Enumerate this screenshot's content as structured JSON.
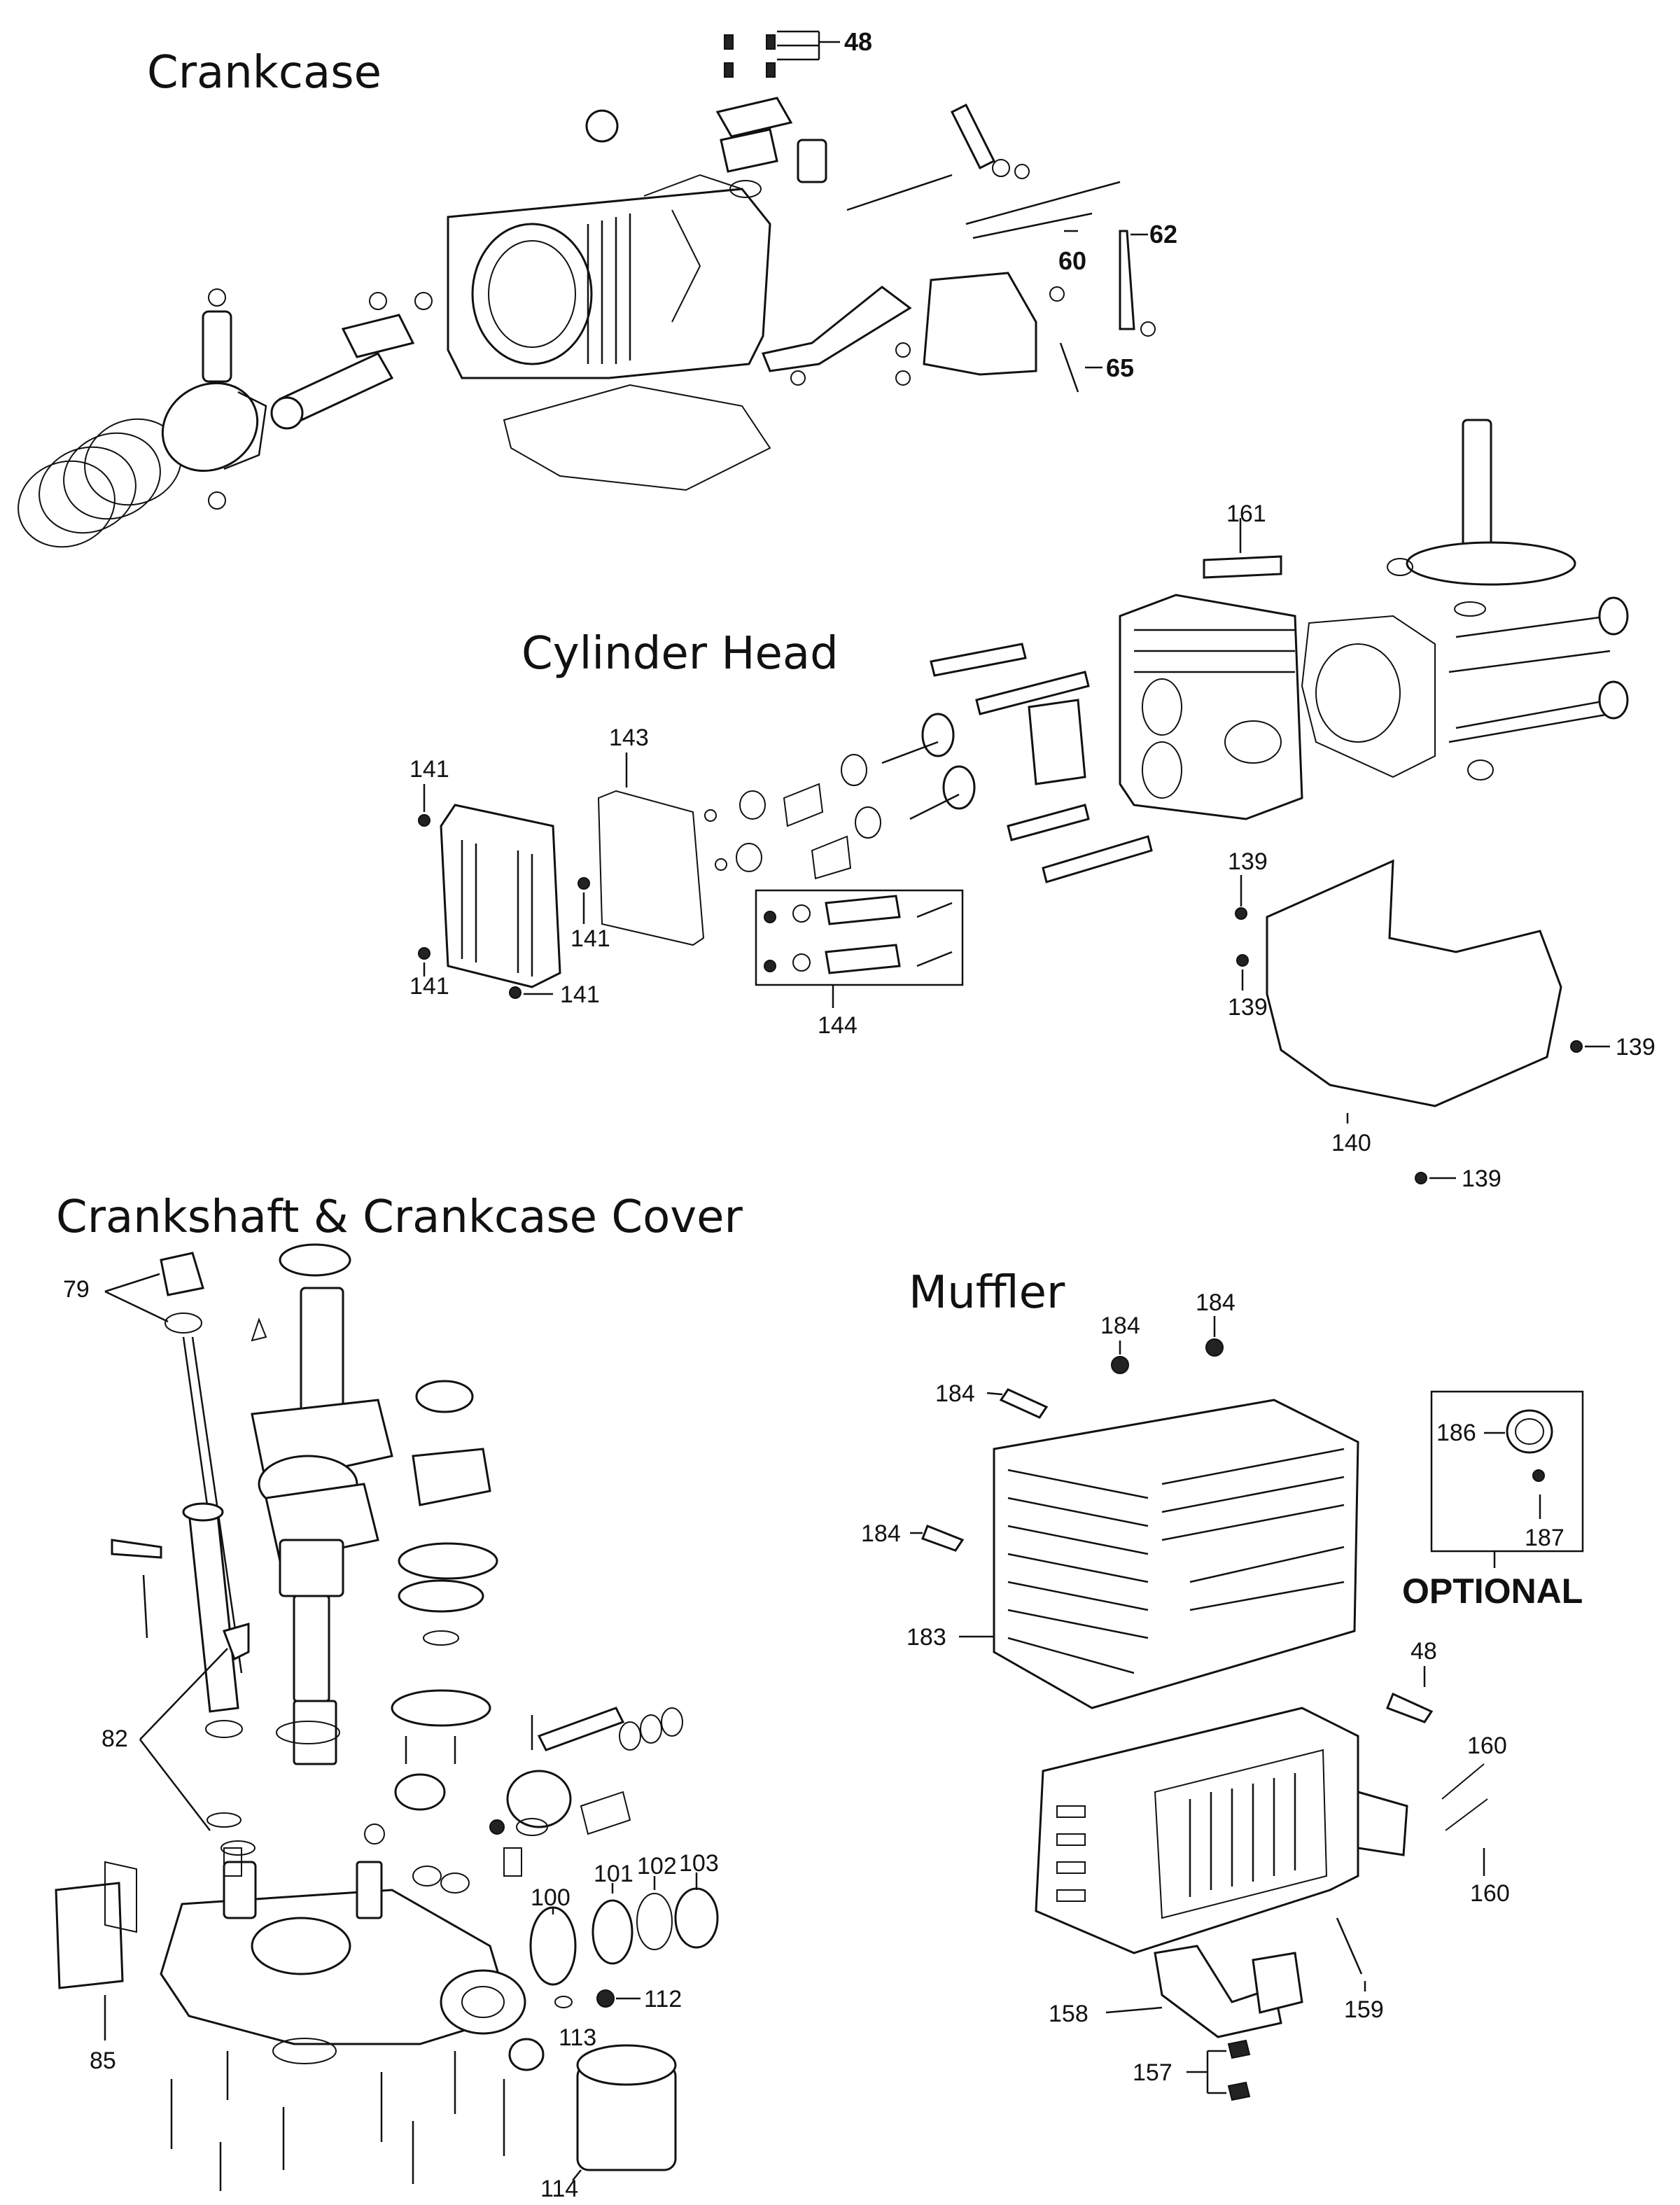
{
  "sections": {
    "crankcase": {
      "title": "Crankcase",
      "labels": [
        "48",
        "60",
        "62",
        "65"
      ]
    },
    "cylinder_head": {
      "title": "Cylinder Head",
      "labels": [
        "161",
        "143",
        "141",
        "141",
        "141",
        "141",
        "144",
        "139",
        "139",
        "139",
        "140",
        "139"
      ]
    },
    "crankshaft": {
      "title": "Crankshaft & Crankcase Cover",
      "labels": [
        "79",
        "82",
        "85",
        "100",
        "101",
        "102",
        "103",
        "112",
        "113",
        "114"
      ]
    },
    "muffler": {
      "title": "Muffler",
      "labels": [
        "184",
        "184",
        "184",
        "184",
        "186",
        "187",
        "183",
        "48",
        "160",
        "160",
        "158",
        "159",
        "157"
      ],
      "optional_label": "OPTIONAL"
    }
  }
}
